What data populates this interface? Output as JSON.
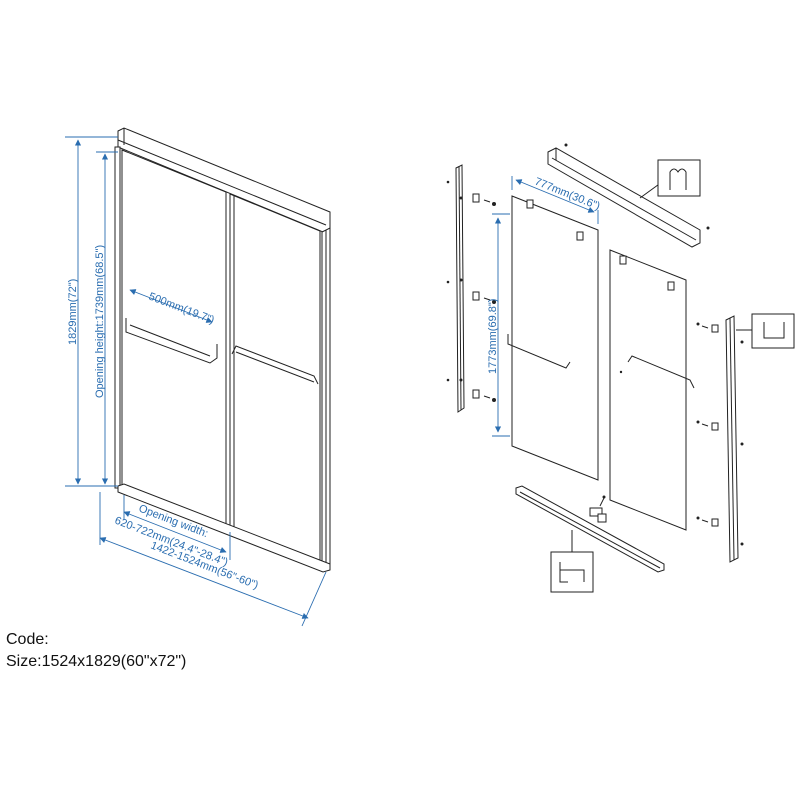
{
  "dimensions": {
    "total_height": "1829mm(72\")",
    "opening_height": "Opening height:1739mm(68.5\")",
    "handle_width": "500mm(19.7\")",
    "opening_width_label": "Opening width:",
    "opening_width_value": "620-722mm(24.4\"-28.4\")",
    "overall_width": "1422-1524mm(56\"-60\")",
    "panel_width": "777mm(30.6\")",
    "panel_height": "1773mm(69.8\")"
  },
  "info": {
    "code_label": "Code:",
    "size_label": "Size:1524x1829(60\"x72\")"
  }
}
